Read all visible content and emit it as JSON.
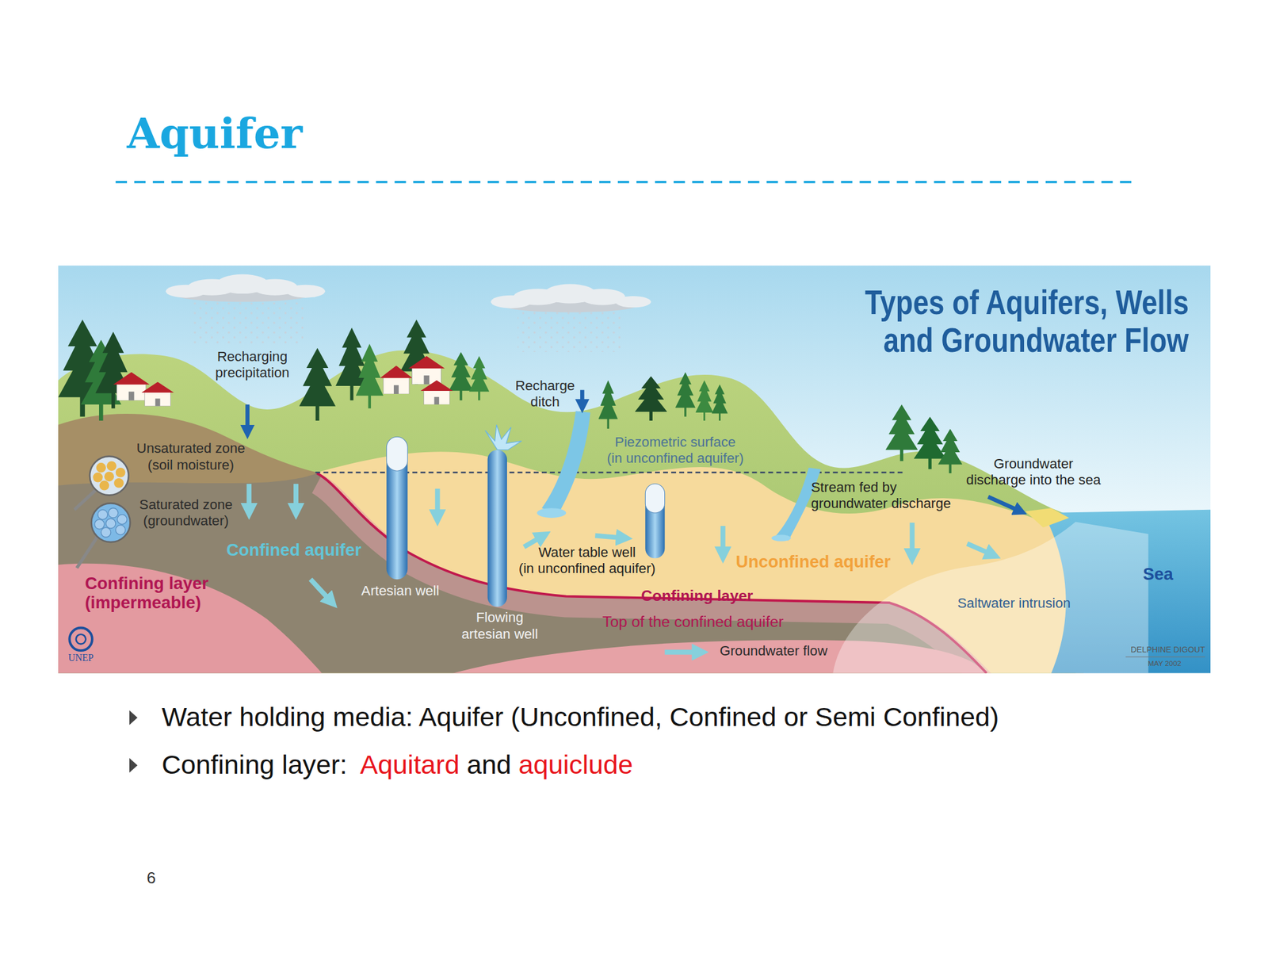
{
  "diagram": {
    "title": "Aquifer",
    "labels": [
      "Types of Aquifers, Wells and Groundwater Flow",
      "Recharging precipitation",
      "Recharge ditch",
      "Piezometric surface (in unconfined aquifer)",
      "Unsaturated zone (soil moisture)",
      "Saturated zone (groundwater)",
      "Confined aquifer",
      "Confining layer (impermeable)",
      "Artesian well",
      "Flowing artesian well",
      "Water table well (in unconfined aquifer)",
      "Unconfined aquifer",
      "Confining layer",
      "Top of the confined aquifer",
      "Groundwater flow",
      "Stream fed by groundwater discharge",
      "Groundwater discharge into the sea",
      "Sea",
      "Saltwater intrusion",
      "UNEP",
      "DELPHINE DIGOUT",
      "MAY 2002",
      "Water holding media: Aquifer (Unconfined, Confined or Semi Confined)",
      "Confining layer:",
      "Aquitard",
      "and",
      "aquiclude",
      "6"
    ]
  }
}
